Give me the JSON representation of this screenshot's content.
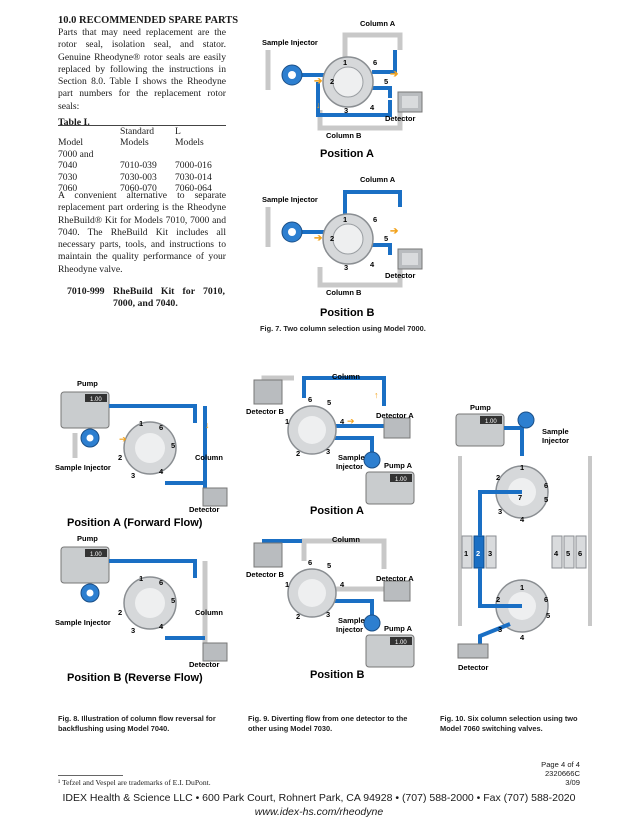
{
  "section": {
    "heading": "10.0 RECOMMENDED SPARE PARTS",
    "para1": "Parts that may need replacement are the rotor seal, isolation seal, and stator. Genuine Rheodyne® rotor seals are easily replaced by following the instructions in Section 8.0. Table I shows the Rheodyne part numbers for the replacement rotor seals:",
    "para2": "A convenient alternative to separate replacement part ordering is the Rheodyne RheBuild® Kit for Models 7010, 7000 and 7040. The RheBuild Kit includes all necessary parts, tools, and instructions to maintain the quality performance of your Rheodyne valve.",
    "kit_code": "7010-999",
    "kit_desc": "RheBuild Kit for 7010, 7000, and 7040."
  },
  "table": {
    "title": "Table I.",
    "headers": [
      "Model",
      "Standard Models",
      "L Models"
    ],
    "header_top": [
      "",
      "Standard",
      "L"
    ],
    "header_bottom": [
      "Model",
      "Models",
      "Models"
    ],
    "rows": [
      [
        "7000 and",
        "",
        ""
      ],
      [
        "7040",
        "7010-039",
        "7000-016"
      ],
      [
        "7030",
        "7030-003",
        "7030-014"
      ],
      [
        "7060",
        "7060-070",
        "7060-064"
      ]
    ]
  },
  "fig7": {
    "labels": {
      "column_a": "Column A",
      "column_b": "Column B",
      "sample_injector": "Sample Injector",
      "detector": "Detector",
      "position_a": "Position A",
      "position_b": "Position B",
      "ports": [
        "1",
        "2",
        "3",
        "4",
        "5",
        "6"
      ]
    },
    "caption": "Fig. 7. Two column selection using Model 7000."
  },
  "fig8": {
    "labels": {
      "pump": "Pump",
      "pump_display": "1.00",
      "sample_injector": "Sample Injector",
      "column": "Column",
      "detector": "Detector",
      "position_a": "Position A (Forward Flow)",
      "position_b": "Position B (Reverse Flow)",
      "ports": [
        "1",
        "2",
        "3",
        "4",
        "5",
        "6"
      ]
    },
    "caption": "Fig. 8. Illustration of column flow reversal for backflushing using Model 7040."
  },
  "fig9": {
    "labels": {
      "column": "Column",
      "detector_a": "Detector A",
      "detector_b": "Detector B",
      "sample": "Sample",
      "injector": "Injector",
      "pump_a": "Pump A",
      "pump_display": "1.00",
      "position_a": "Position A",
      "position_b": "Position B",
      "ports": [
        "1",
        "2",
        "3",
        "4",
        "5",
        "6"
      ]
    },
    "caption": "Fig. 9. Diverting flow from one detector to the other using Model 7030."
  },
  "fig10": {
    "labels": {
      "pump": "Pump",
      "pump_display": "1.00",
      "sample": "Sample",
      "injector": "Injector",
      "detector": "Detector",
      "ports": [
        "1",
        "2",
        "3",
        "4",
        "5",
        "6",
        "7"
      ],
      "columns": [
        "1",
        "2",
        "3",
        "4",
        "5",
        "6"
      ]
    },
    "caption": "Fig. 10. Six column selection using two Model 7060 switching valves."
  },
  "footnote": "¹ Tefzel and Vespel are trademarks of E.I. DuPont.",
  "page": {
    "page_no": "Page 4 of 4",
    "doc_no": "2320666C",
    "date": "3/09",
    "address": "IDEX Health & Science LLC • 600 Park Court, Rohnert Park, CA 94928 • (707) 588-2000 • Fax (707) 588-2020",
    "website": "www.idex-hs.com/rheodyne"
  },
  "colors": {
    "flow_blue": "#1a6fc4",
    "tube_gray": "#c8c8c8",
    "arrow_orange": "#f2a21c",
    "valve_gray": "#b0b4b8"
  }
}
